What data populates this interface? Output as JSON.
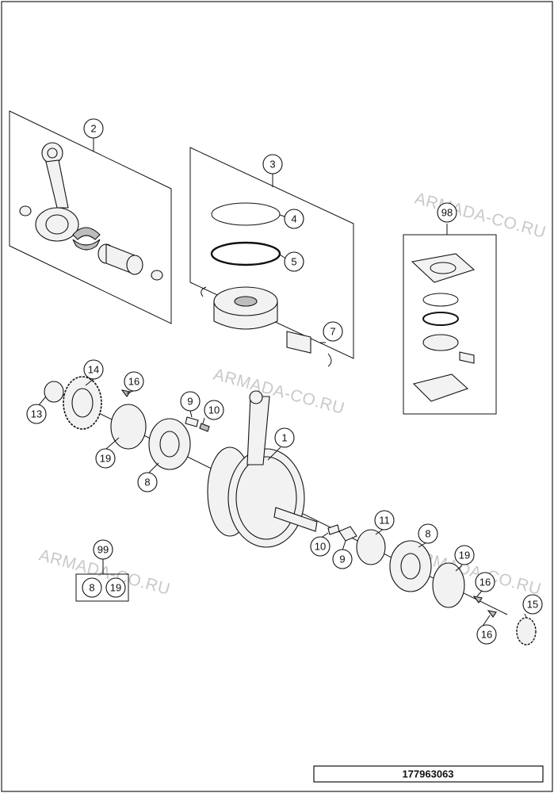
{
  "callouts": {
    "c1": "1",
    "c2": "2",
    "c3": "3",
    "c4": "4",
    "c5": "5",
    "c7": "7",
    "c8a": "8",
    "c8b": "8",
    "c8k": "8",
    "c9a": "9",
    "c9b": "9",
    "c10a": "10",
    "c10b": "10",
    "c11": "11",
    "c13": "13",
    "c14": "14",
    "c15": "15",
    "c16a": "16",
    "c16b": "16",
    "c16c": "16",
    "c19a": "19",
    "c19b": "19",
    "c19k": "19",
    "c98": "98",
    "c99": "99"
  },
  "watermarks": [
    "ARMADA-CO.RU",
    "ARMADA-CO.RU",
    "ARMADA-CO.RU",
    "ARMADA-CO.RU"
  ],
  "document_number": "177963063"
}
